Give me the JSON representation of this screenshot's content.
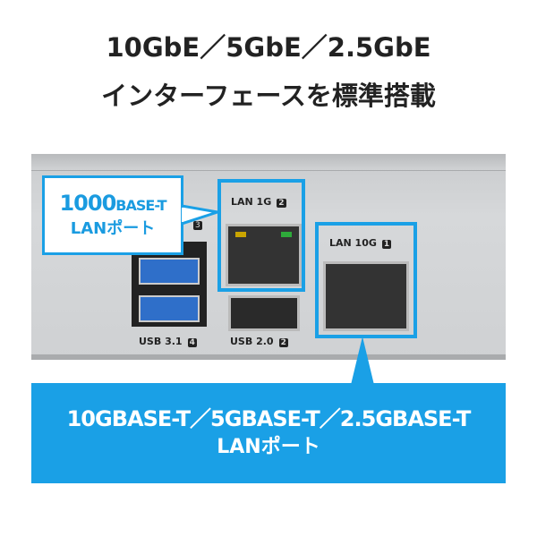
{
  "title": {
    "line1": "10GbE／5GbE／2.5GbE",
    "line2": "インターフェースを標準搭載"
  },
  "ports": {
    "lan1g": {
      "label": "LAN 1G",
      "num": "2"
    },
    "lan10g": {
      "label": "LAN 10G",
      "num": "1"
    },
    "usb31": {
      "label": "USB 3.1",
      "num": "4"
    },
    "usb20": {
      "label": "USB 2.0",
      "num": "2"
    },
    "hidden_num": "3"
  },
  "callout": {
    "line1_big": "1000",
    "line1_small": "BASE-T",
    "line2": "LANポート"
  },
  "banner": {
    "line1": "10GBASE-T／5GBASE-T／2.5GBASE-T",
    "line2": "LANポート"
  },
  "colors": {
    "accent": "#1aa0e6"
  }
}
